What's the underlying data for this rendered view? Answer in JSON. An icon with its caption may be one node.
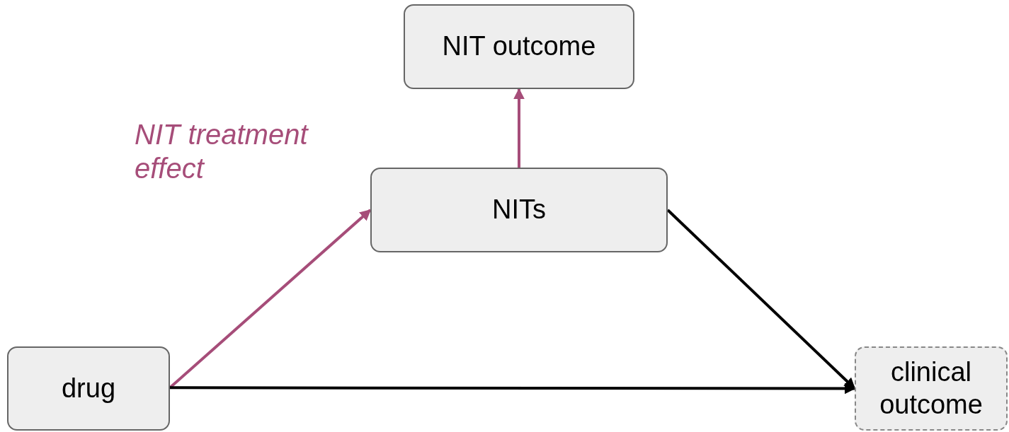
{
  "diagram": {
    "nodes": [
      {
        "text": [
          "NIT outcome"
        ]
      },
      {
        "text": [
          "NITs"
        ]
      },
      {
        "text": [
          "drug"
        ]
      },
      {
        "text": [
          "clinical outcome"
        ]
      }
    ],
    "edges": [
      {
        "from": 2,
        "to": 1,
        "arrow": "to",
        "label": "NIT treatment effect",
        "color": "#a64d79"
      },
      {
        "from": 1,
        "to": 0,
        "arrow": "to",
        "color": "#a64d79"
      },
      {
        "from": 1,
        "to": 3,
        "arrow": "to",
        "color": "#000000"
      },
      {
        "from": 2,
        "to": 3,
        "arrow": "to",
        "color": "#000000"
      }
    ]
  }
}
